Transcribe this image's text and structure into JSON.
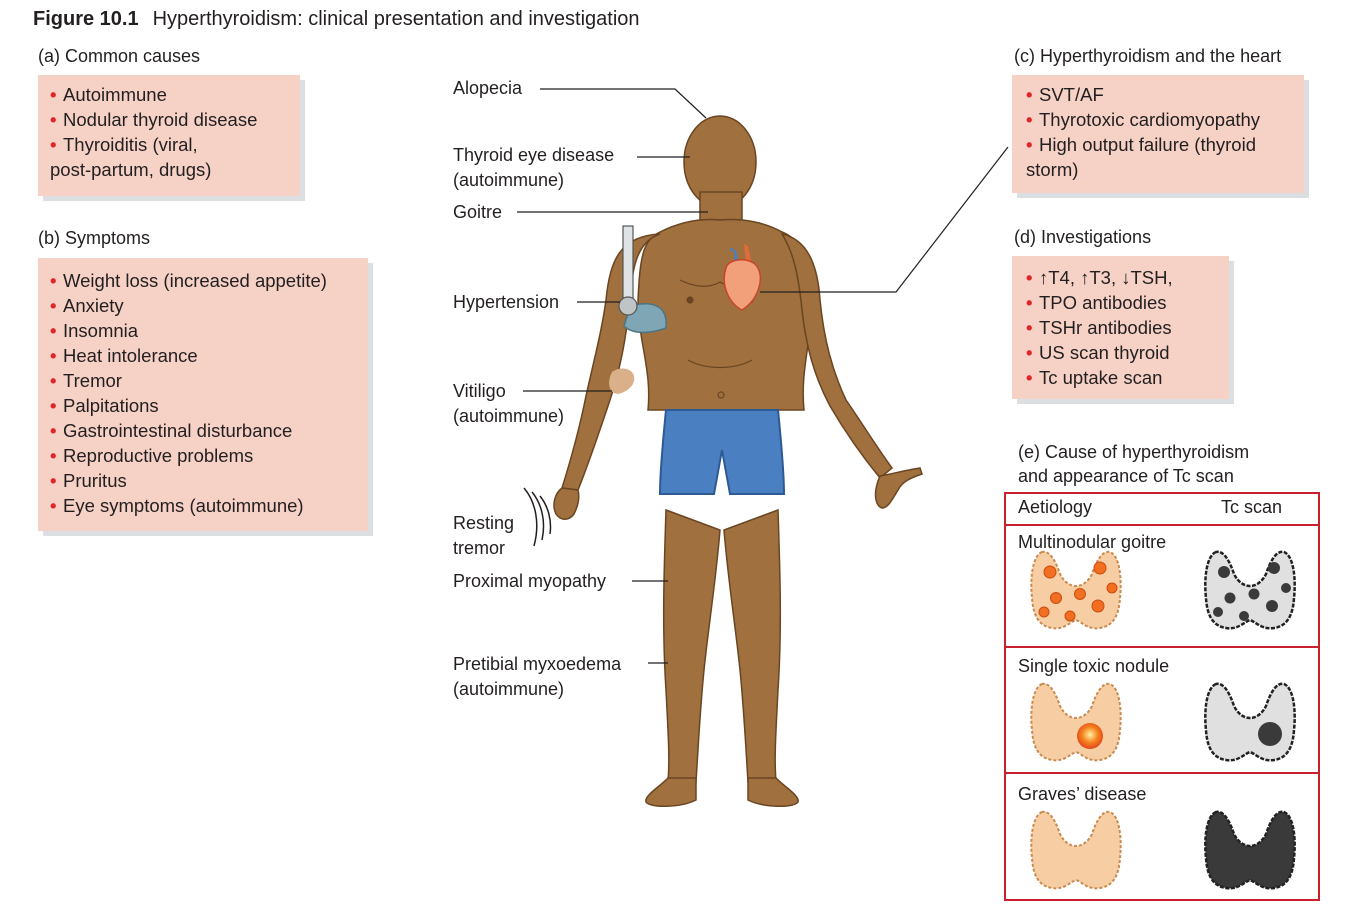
{
  "figure": {
    "number": "Figure 10.1",
    "title": "Hyperthyroidism: clinical presentation and investigation"
  },
  "panels": {
    "causes": {
      "heading": "(a) Common causes",
      "items": [
        "Autoimmune",
        "Nodular thyroid disease",
        "Thyroiditis (viral,",
        "post-partum, drugs)"
      ]
    },
    "symptoms": {
      "heading": "(b) Symptoms",
      "items": [
        "Weight loss (increased appetite)",
        "Anxiety",
        "Insomnia",
        "Heat intolerance",
        "Tremor",
        "Palpitations",
        "Gastrointestinal disturbance",
        "Reproductive problems",
        "Pruritus",
        "Eye symptoms (autoimmune)"
      ]
    },
    "heart": {
      "heading": "(c) Hyperthyroidism and the heart",
      "items": [
        "SVT/AF",
        "Thyrotoxic cardiomyopathy",
        "High output failure (thyroid",
        "storm)"
      ]
    },
    "investigations": {
      "heading": "(d) Investigations",
      "items": [
        "↑T4, ↑T3, ↓TSH,",
        "TPO antibodies",
        "TSHr antibodies",
        "US scan thyroid",
        "Tc uptake scan"
      ]
    },
    "scan": {
      "heading_line1": "(e) Cause of hyperthyroidism",
      "heading_line2": "and appearance of Tc scan",
      "col_aetiology": "Aetiology",
      "col_scan": "Tc scan",
      "rows": [
        "Multinodular goitre",
        "Single toxic nodule",
        "Graves’ disease"
      ]
    }
  },
  "body_labels": {
    "alopecia": "Alopecia",
    "eye_1": "Thyroid eye disease",
    "eye_2": "(autoimmune)",
    "goitre": "Goitre",
    "hypertension": "Hypertension",
    "vitiligo_1": "Vitiligo",
    "vitiligo_2": "(autoimmune)",
    "tremor_1": "Resting",
    "tremor_2": "tremor",
    "myopathy": "Proximal myopathy",
    "myxoedema_1": "Pretibial myxoedema",
    "myxoedema_2": "(autoimmune)"
  },
  "colors": {
    "box_fill": "#f6d1c5",
    "bullet": "#e0262b",
    "table_border": "#c8202f",
    "skin": "#a0703e",
    "shorts": "#4a7fc1",
    "cuff": "#7fa6b5",
    "gland": "#f7cda3",
    "nodule": "#f26f21",
    "scan_light": "#e0e0e0",
    "scan_dark": "#3a3a3a"
  },
  "icons": {
    "bullet": "•",
    "heart": "heart-icon",
    "thyroid": "thyroid-gland-icon",
    "tremor": "tremor-motion-icon",
    "sphygmomanometer": "sphygmomanometer-icon"
  }
}
